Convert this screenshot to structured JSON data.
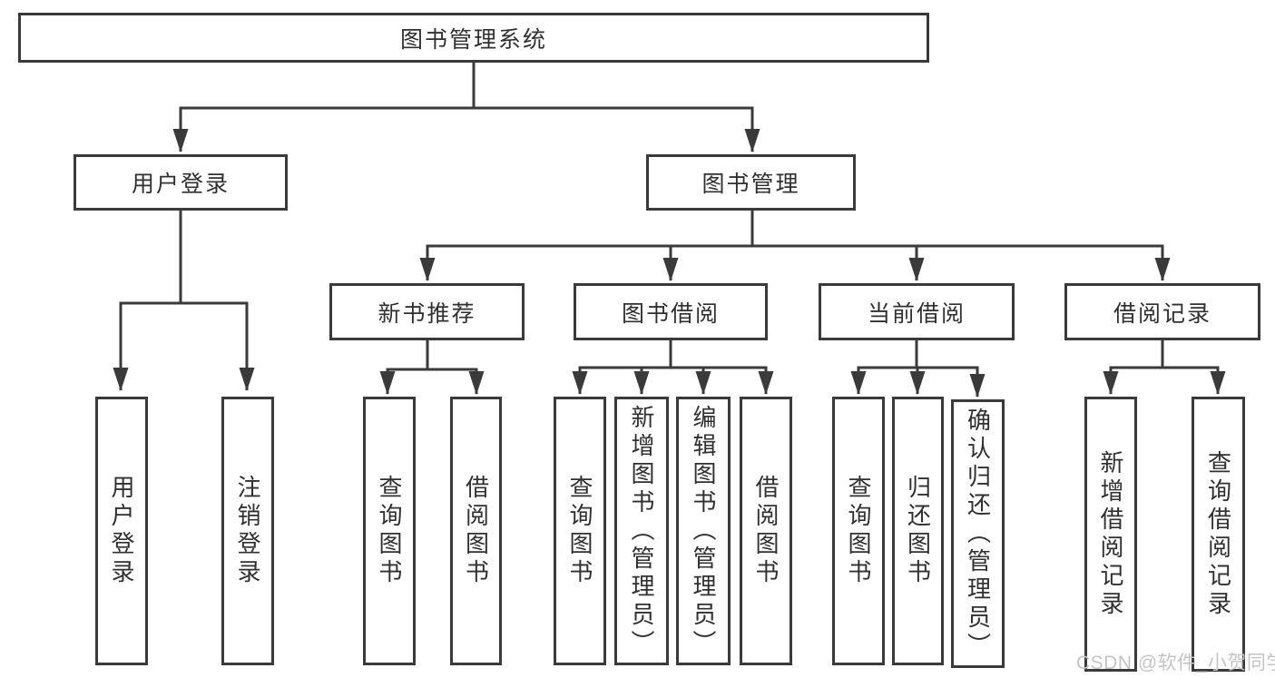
{
  "colors": {
    "line": "#3a3a3a",
    "text": "#303030",
    "background": "#ffffff",
    "watermark": "#c4c4c4"
  },
  "diagram": {
    "root": {
      "label": "图书管理系统"
    },
    "branches": [
      {
        "label": "用户登录",
        "children": [
          {
            "label": "用户登录"
          },
          {
            "label": "注销登录"
          }
        ]
      },
      {
        "label": "图书管理",
        "children": [
          {
            "label": "新书推荐",
            "children": [
              {
                "label": "查询图书"
              },
              {
                "label": "借阅图书"
              }
            ]
          },
          {
            "label": "图书借阅",
            "children": [
              {
                "label": "查询图书"
              },
              {
                "label": "新增图书（管理员）"
              },
              {
                "label": "编辑图书（管理员）"
              },
              {
                "label": "借阅图书"
              }
            ]
          },
          {
            "label": "当前借阅",
            "children": [
              {
                "label": "查询图书"
              },
              {
                "label": "归还图书"
              },
              {
                "label": "确认归还（管理员）"
              }
            ]
          },
          {
            "label": "借阅记录",
            "children": [
              {
                "label": "新增借阅记录"
              },
              {
                "label": "查询借阅记录"
              }
            ]
          }
        ]
      }
    ]
  },
  "watermark": {
    "text": "CSDN @软件_小贺同学"
  }
}
